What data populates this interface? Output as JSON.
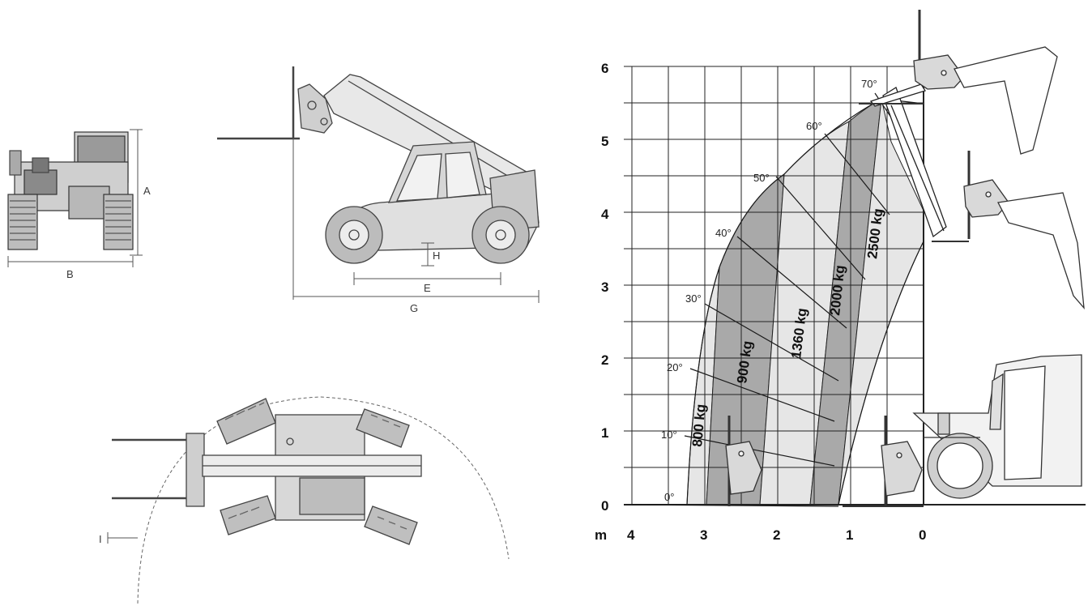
{
  "dimensions": {
    "A": "A",
    "B": "B",
    "E": "E",
    "G": "G",
    "H": "H",
    "I": "I"
  },
  "load_chart": {
    "x_unit": "m",
    "x_ticks": [
      "4",
      "3",
      "2",
      "1",
      "0"
    ],
    "y_ticks": [
      "0",
      "1",
      "2",
      "3",
      "4",
      "5",
      "6"
    ],
    "angles": [
      "0°",
      "10°",
      "20°",
      "30°",
      "40°",
      "50°",
      "60°",
      "70°"
    ],
    "loads": [
      "800 kg",
      "900 kg",
      "1360 kg",
      "2000 kg",
      "2500 kg"
    ],
    "colors": {
      "zone_light": "#e6e6e6",
      "zone_dark": "#a9a9a9",
      "grid": "#222222",
      "line": "#1a1a1a"
    }
  }
}
